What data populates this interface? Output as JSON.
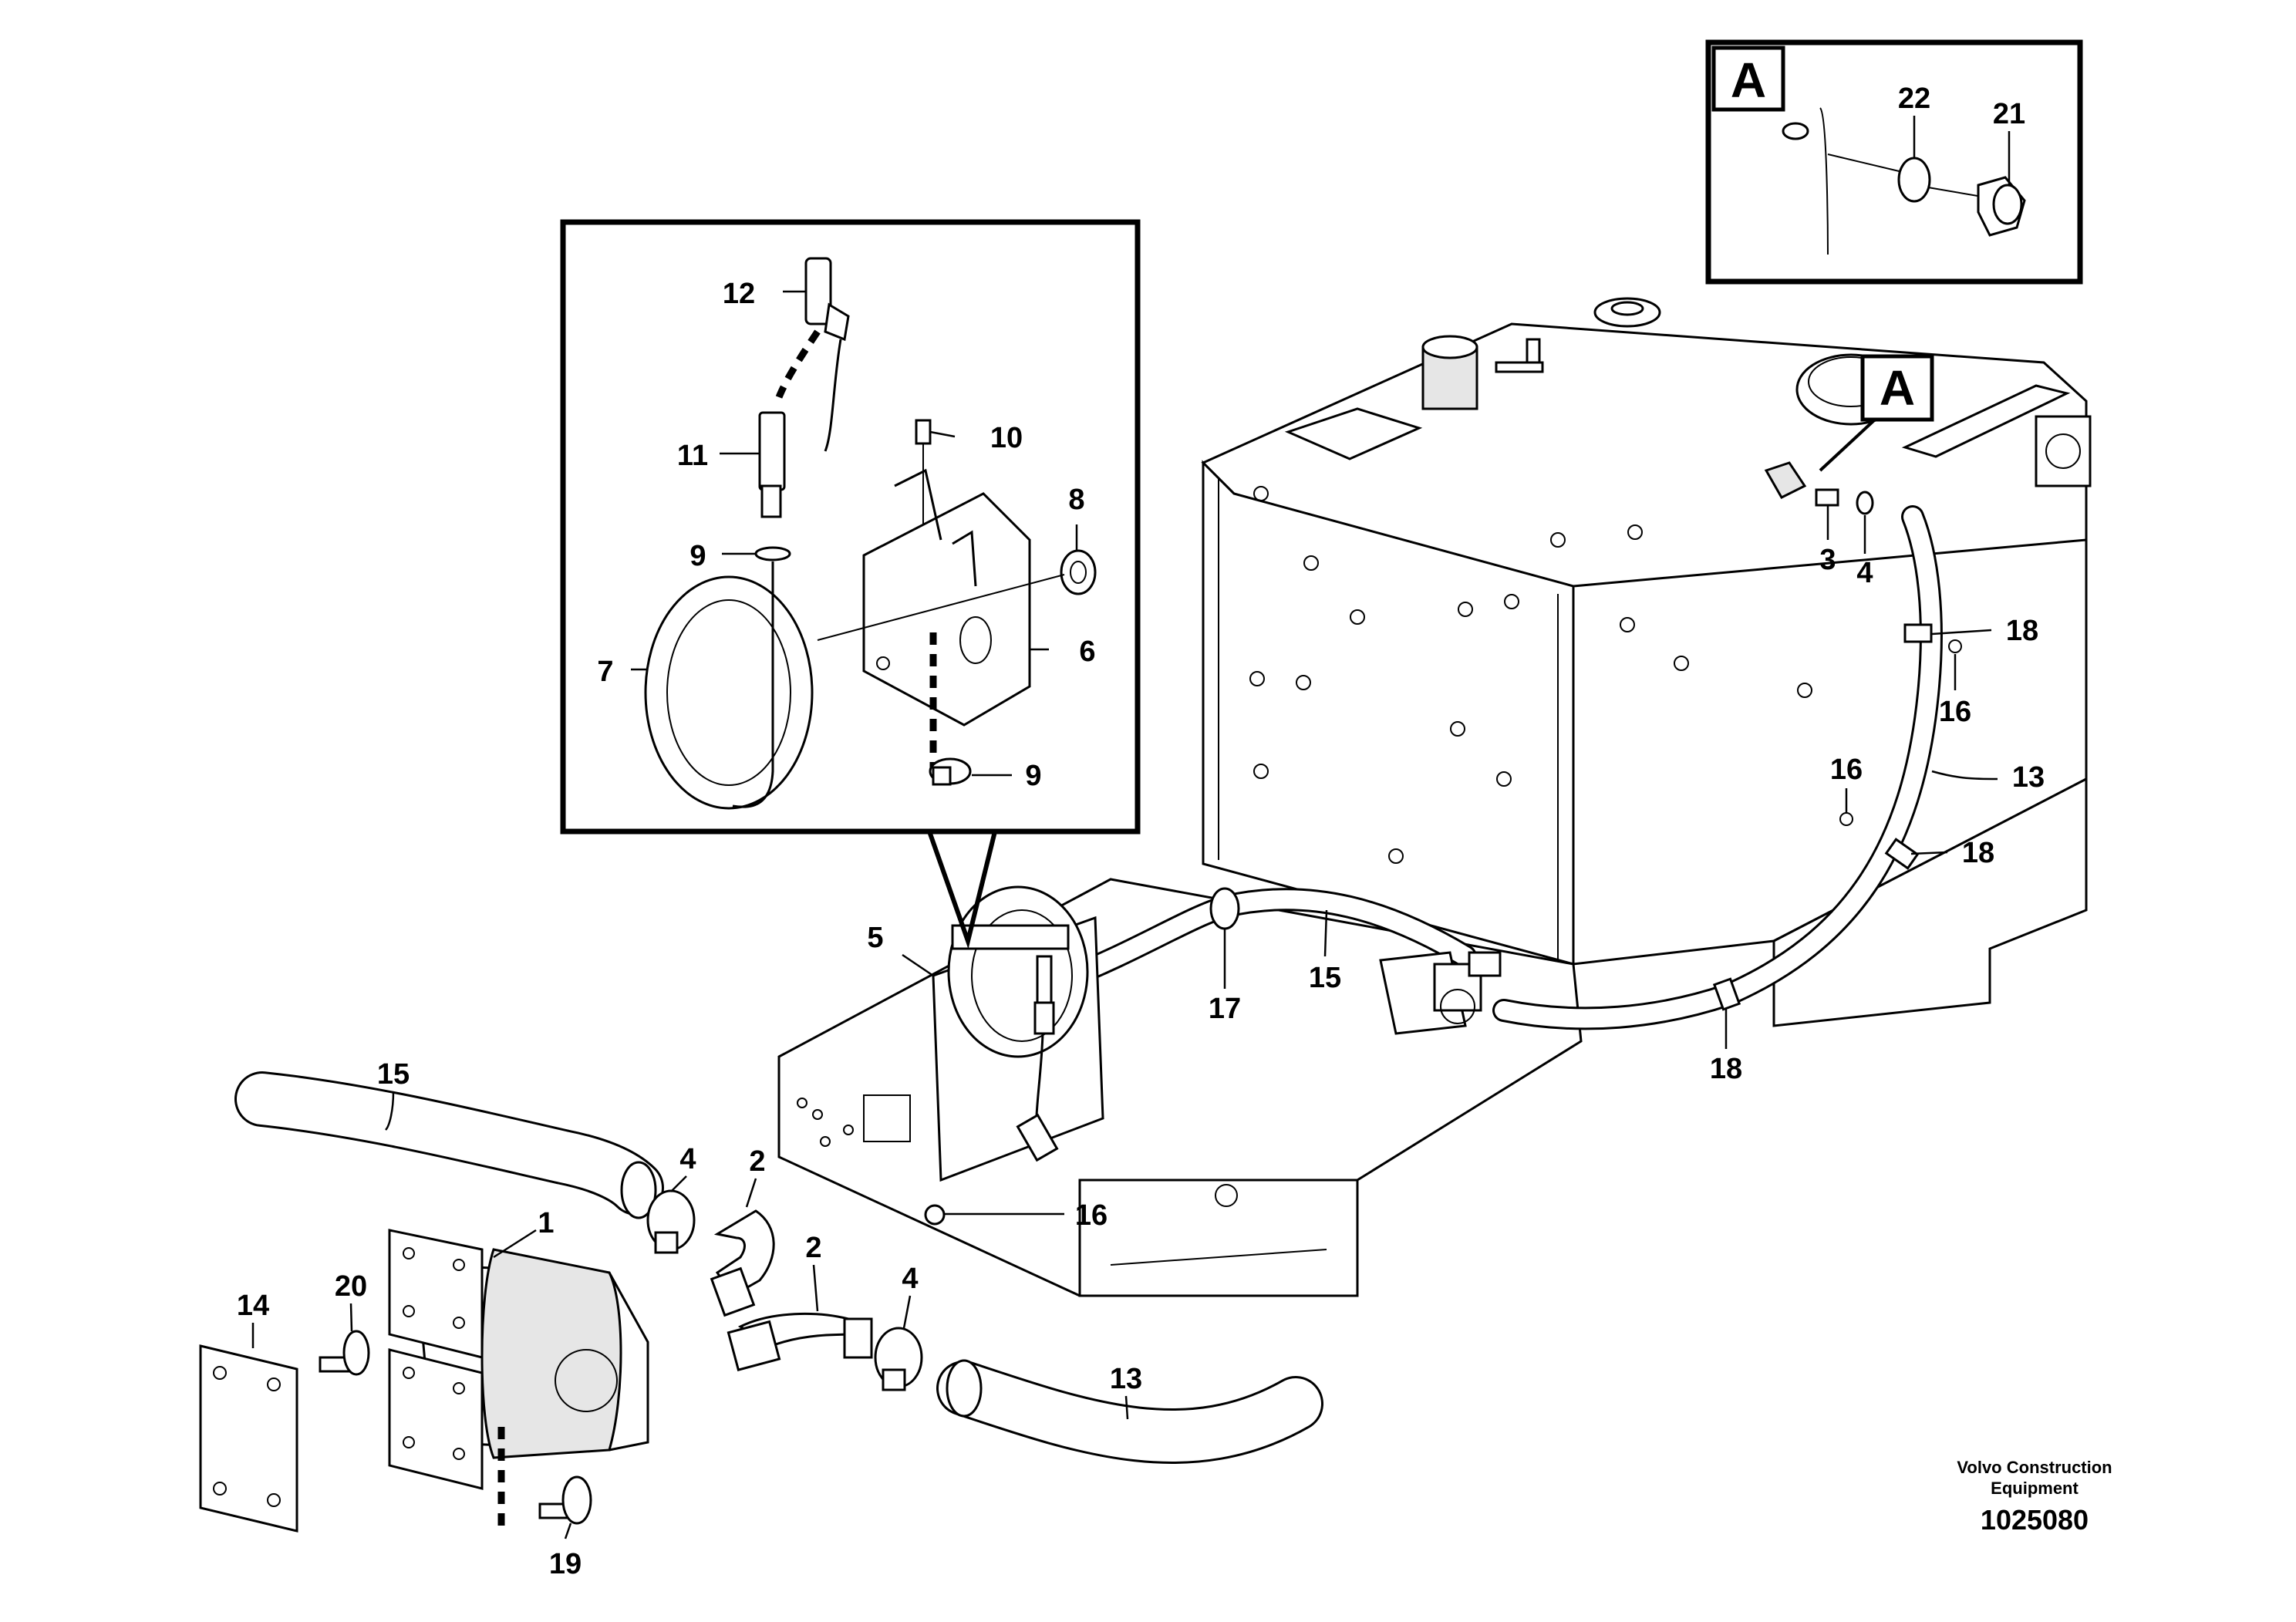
{
  "detail_letter": "A",
  "callouts": [
    {
      "id": "1",
      "text": "1"
    },
    {
      "id": "2a",
      "text": "2"
    },
    {
      "id": "2b",
      "text": "2"
    },
    {
      "id": "3",
      "text": "3"
    },
    {
      "id": "4a",
      "text": "4"
    },
    {
      "id": "4b",
      "text": "4"
    },
    {
      "id": "4c",
      "text": "4"
    },
    {
      "id": "5",
      "text": "5"
    },
    {
      "id": "6",
      "text": "6"
    },
    {
      "id": "7",
      "text": "7"
    },
    {
      "id": "8",
      "text": "8"
    },
    {
      "id": "9a",
      "text": "9"
    },
    {
      "id": "9b",
      "text": "9"
    },
    {
      "id": "10",
      "text": "10"
    },
    {
      "id": "11",
      "text": "11"
    },
    {
      "id": "12",
      "text": "12"
    },
    {
      "id": "13a",
      "text": "13"
    },
    {
      "id": "13b",
      "text": "13"
    },
    {
      "id": "14",
      "text": "14"
    },
    {
      "id": "15a",
      "text": "15"
    },
    {
      "id": "15b",
      "text": "15"
    },
    {
      "id": "16a",
      "text": "16"
    },
    {
      "id": "16b",
      "text": "16"
    },
    {
      "id": "16c",
      "text": "16"
    },
    {
      "id": "17",
      "text": "17"
    },
    {
      "id": "18a",
      "text": "18"
    },
    {
      "id": "18b",
      "text": "18"
    },
    {
      "id": "18c",
      "text": "18"
    },
    {
      "id": "19",
      "text": "19"
    },
    {
      "id": "20",
      "text": "20"
    },
    {
      "id": "21",
      "text": "21"
    },
    {
      "id": "22",
      "text": "22"
    }
  ],
  "brand": {
    "line1": "Volvo Construction",
    "line2": "Equipment"
  },
  "drawing_number": "1025080"
}
